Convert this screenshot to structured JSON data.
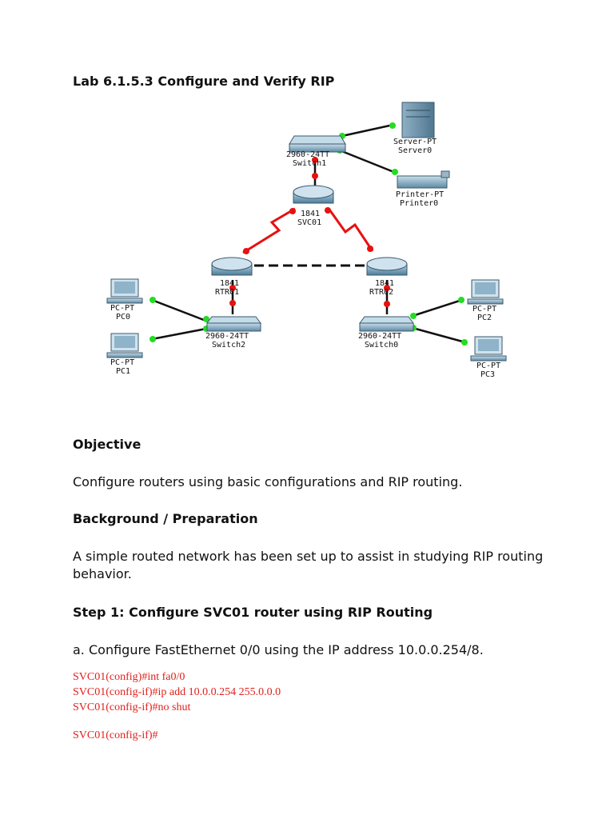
{
  "title": "Lab 6.1.5.3 Configure and Verify RIP",
  "diagram": {
    "devices": {
      "server": {
        "model": "Server-PT",
        "name": "Server0"
      },
      "printer": {
        "model": "Printer-PT",
        "name": "Printer0"
      },
      "switch1": {
        "model": "2960-24TT",
        "name": "Switch1"
      },
      "svc01": {
        "model": "1841",
        "name": "SVC01"
      },
      "rtr01": {
        "model": "1841",
        "name": "RTR01"
      },
      "rtr02": {
        "model": "1841",
        "name": "RTR02"
      },
      "switch2": {
        "model": "2960-24TT",
        "name": "Switch2"
      },
      "switch0": {
        "model": "2960-24TT",
        "name": "Switch0"
      },
      "pc0": {
        "model": "PC-PT",
        "name": "PC0"
      },
      "pc1": {
        "model": "PC-PT",
        "name": "PC1"
      },
      "pc2": {
        "model": "PC-PT",
        "name": "PC2"
      },
      "pc3": {
        "model": "PC-PT",
        "name": "PC3"
      }
    },
    "colors": {
      "serial_link": "#e81010",
      "ethernet_link": "#111111",
      "link_up": "#22dd22",
      "link_down": "#e81010"
    }
  },
  "sections": {
    "objective_heading": "Objective",
    "objective_text": "Configure routers using basic configurations and RIP routing.",
    "background_heading": "Background / Preparation",
    "background_text": "A simple routed network has been set up to assist in studying RIP routing behavior.",
    "step1_heading": "Step 1: Configure SVC01 router using RIP Routing",
    "step1a_text": "a. Configure FastEthernet 0/0 using the IP address 10.0.0.254/8."
  },
  "code_lines": [
    "SVC01(config)#int fa0/0",
    "SVC01(config-if)#ip add 10.0.0.254 255.0.0.0",
    "SVC01(config-if)#no shut",
    "SVC01(config-if)#"
  ],
  "code_color": "#e0201c"
}
